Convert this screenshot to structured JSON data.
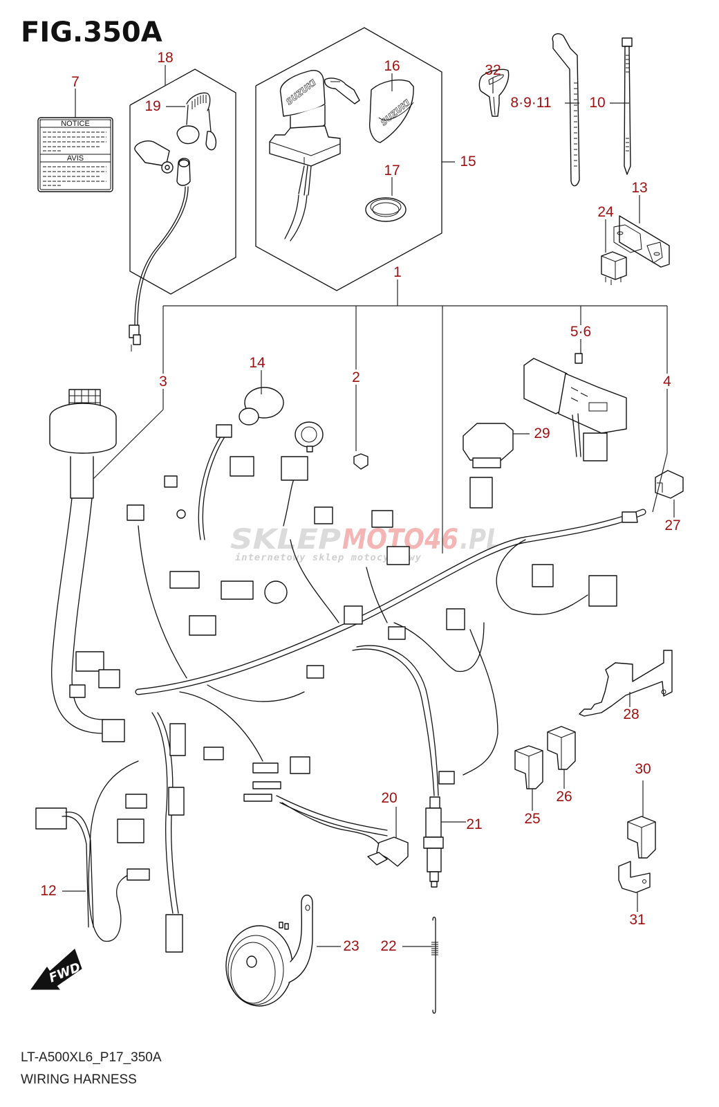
{
  "figure": {
    "title": "FIG.350A",
    "code": "LT-A500XL6_P17_350A",
    "caption": "WIRING HARNESS",
    "label_color": "#a01010"
  },
  "label_plate": {
    "notice_heading": "NOTICE",
    "avis_heading": "AVIS"
  },
  "brand_marks": {
    "ignition_key_head": "SUZUKI",
    "spare_key_cap": "SUZUKI"
  },
  "direction_arrow": {
    "icon": "fwd-arrow-icon",
    "label": "FWD"
  },
  "watermark": {
    "brand_part1": "SKLEP",
    "brand_part2": "MOTO46",
    "brand_part3": ".PL",
    "tagline": "internetowy sklep motocyklowy"
  },
  "callouts": [
    {
      "id": "1",
      "text": "1",
      "part": "wiring-harness-assembly"
    },
    {
      "id": "2",
      "text": "2",
      "part": "connector-cap"
    },
    {
      "id": "3",
      "text": "3",
      "part": "harness-boot"
    },
    {
      "id": "4",
      "text": "4",
      "part": "harness-bracket"
    },
    {
      "id": "5-6",
      "text": "5·6",
      "part": "fuse"
    },
    {
      "id": "7",
      "text": "7",
      "part": "notice-label"
    },
    {
      "id": "8-9-11",
      "text": "8·9·11",
      "part": "cable-clamp"
    },
    {
      "id": "10",
      "text": "10",
      "part": "cable-tie"
    },
    {
      "id": "12",
      "text": "12",
      "part": "sub-harness"
    },
    {
      "id": "13",
      "text": "13",
      "part": "relay-bracket"
    },
    {
      "id": "14",
      "text": "14",
      "part": "power-socket"
    },
    {
      "id": "15",
      "text": "15",
      "part": "ignition-switch-assembly"
    },
    {
      "id": "16",
      "text": "16",
      "part": "key-cap"
    },
    {
      "id": "17",
      "text": "17",
      "part": "lock-nut"
    },
    {
      "id": "18",
      "text": "18",
      "part": "engine-stop-switch-assembly"
    },
    {
      "id": "19",
      "text": "19",
      "part": "tether-cord"
    },
    {
      "id": "20",
      "text": "20",
      "part": "brake-switch"
    },
    {
      "id": "21",
      "text": "21",
      "part": "sensor"
    },
    {
      "id": "22",
      "text": "22",
      "part": "spring"
    },
    {
      "id": "23",
      "text": "23",
      "part": "horn"
    },
    {
      "id": "24",
      "text": "24",
      "part": "relay"
    },
    {
      "id": "25",
      "text": "25",
      "part": "connector-cover"
    },
    {
      "id": "26",
      "text": "26",
      "part": "connector-cover"
    },
    {
      "id": "27",
      "text": "27",
      "part": "connector"
    },
    {
      "id": "28",
      "text": "28",
      "part": "bracket"
    },
    {
      "id": "29",
      "text": "29",
      "part": "relay"
    },
    {
      "id": "30",
      "text": "30",
      "part": "connector-cover"
    },
    {
      "id": "31",
      "text": "31",
      "part": "clamp"
    },
    {
      "id": "32",
      "text": "32",
      "part": "key"
    }
  ]
}
